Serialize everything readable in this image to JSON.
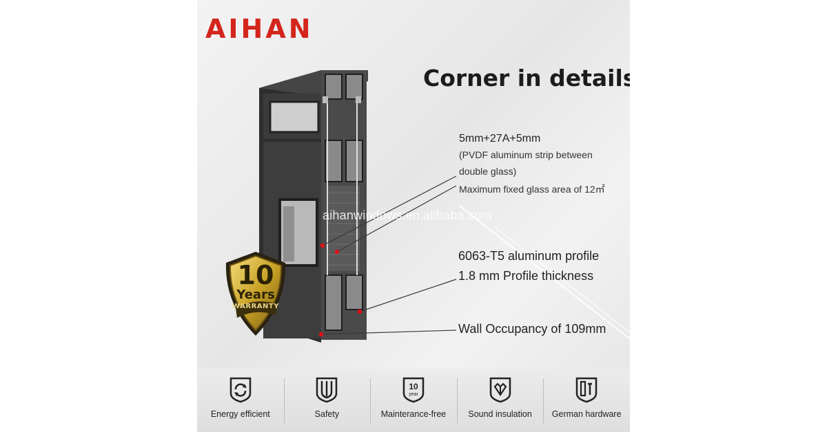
{
  "brand": {
    "logo_text": "AIHAN",
    "color": "#d4251d"
  },
  "heading": "Corner in details",
  "specs": {
    "glass_title": "5mm+27A+5mm",
    "glass_line2": "(PVDF aluminum strip between",
    "glass_line3": "double glass)",
    "glass_line4": "Maximum fixed glass area of 12㎡",
    "profile_line1": "6063-T5 aluminum profile",
    "profile_line2": "1.8 mm Profile thickness",
    "wall": "Wall Occupancy of 109mm"
  },
  "watermark": "aihanwindows.en.alibaba.com",
  "badge": {
    "number": "10",
    "years": "Years",
    "warranty": "WARRANTY"
  },
  "features": [
    {
      "icon": "energy-icon",
      "label": "Energy efficient"
    },
    {
      "icon": "shield-icon",
      "label": "Safety"
    },
    {
      "icon": "ten-year-icon",
      "label": "Mainterance-free",
      "icon_text_top": "10",
      "icon_text_bottom": "year"
    },
    {
      "icon": "sound-icon",
      "label": "Sound insulation"
    },
    {
      "icon": "hardware-icon",
      "label": "German hardware"
    }
  ],
  "colors": {
    "accent": "#d4251d",
    "frame": "#3a3a3a",
    "gold": "#c9a227"
  }
}
